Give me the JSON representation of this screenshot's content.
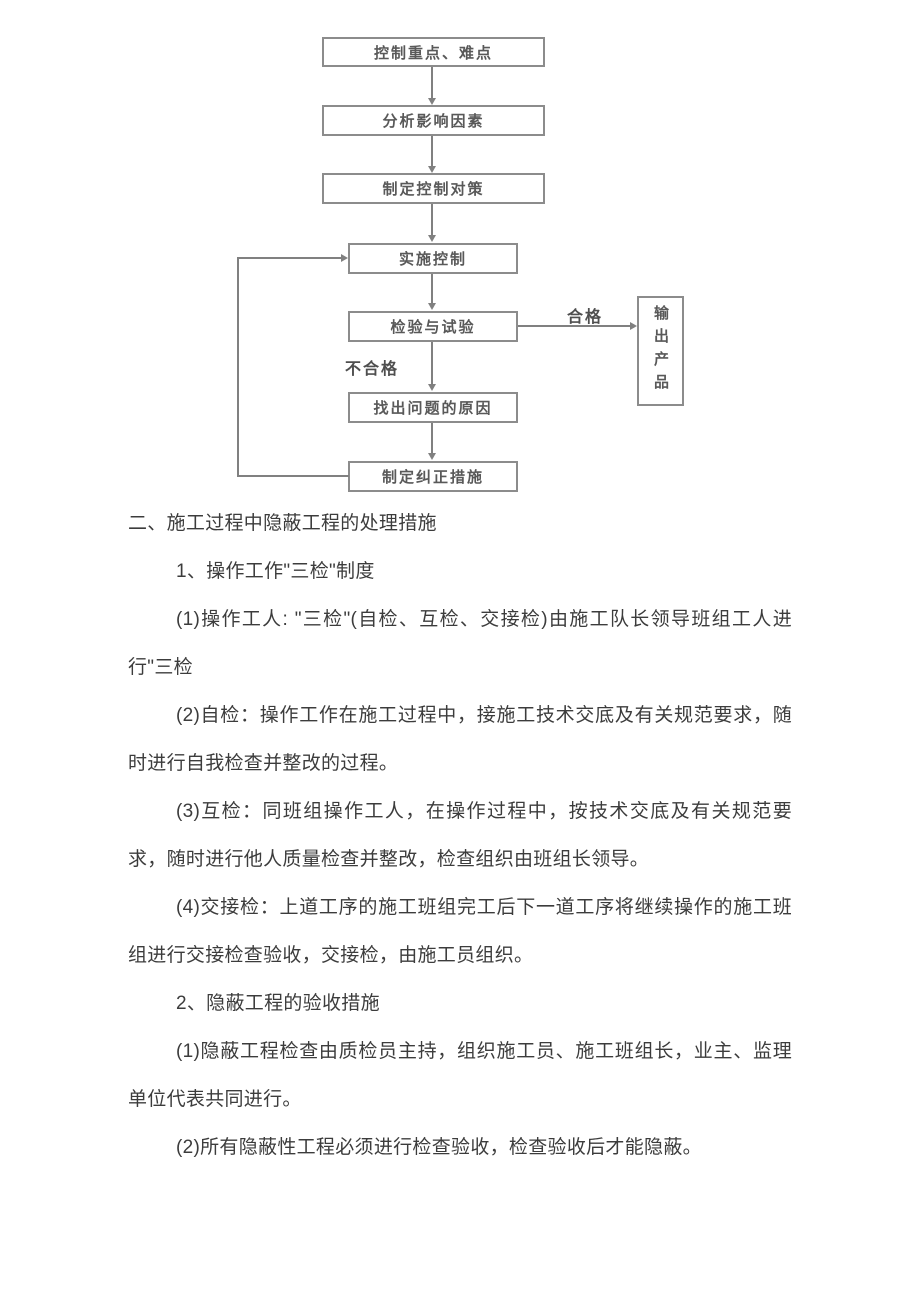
{
  "flowchart": {
    "boxes": [
      "控制重点、难点",
      "分析影响因素",
      "制定控制对策",
      "实施控制",
      "检验与试验",
      "找出问题的原因",
      "制定纠正措施",
      "输出产品"
    ],
    "edge_labels": {
      "pass": "合格",
      "fail": "不合格"
    }
  },
  "document": {
    "heading": "二、施工过程中隐蔽工程的处理措施",
    "paragraphs": [
      "1、操作工作\"三检\"制度",
      "(1)操作工人: \"三检\"(自检、互检、交接检)由施工队长领导班组工人进行\"三检",
      "(2)自检：操作工作在施工过程中，接施工技术交底及有关规范要求，随时进行自我检查并整改的过程。",
      "(3)互检：同班组操作工人，在操作过程中，按技术交底及有关规范要求，随时进行他人质量检查并整改，检查组织由班组长领导。",
      "(4)交接检：上道工序的施工班组完工后下一道工序将继续操作的施工班组进行交接检查验收，交接检，由施工员组织。",
      "2、隐蔽工程的验收措施",
      "(1)隐蔽工程检查由质检员主持，组织施工员、施工班组长，业主、监理单位代表共同进行。",
      "(2)所有隐蔽性工程必须进行检查验收，检查验收后才能隐蔽。"
    ]
  }
}
